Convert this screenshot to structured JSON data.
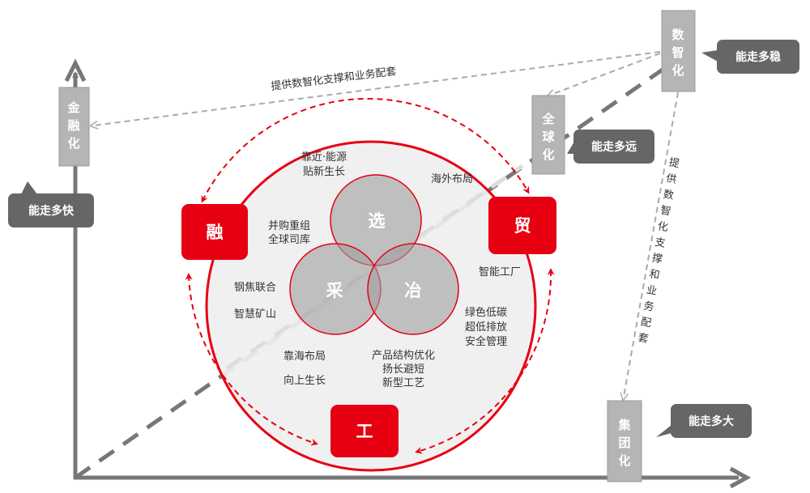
{
  "colors": {
    "red": "#e60012",
    "gray_box": "#b5b5b5",
    "callout": "#666666",
    "axis": "#777777"
  },
  "core": {
    "select": "选",
    "mine": "采",
    "smelt": "冶"
  },
  "corners": {
    "finance": "融",
    "trade": "贸",
    "industry": "工"
  },
  "labels": {
    "energy": [
      "靠近·能源",
      "贴新生长"
    ],
    "overseas": "海外布局",
    "merger": [
      "并购重组",
      "全球司库"
    ],
    "coke": "钢焦联合",
    "smart_mine": "智慧矿山",
    "coastal": "靠海布局",
    "upward": "向上生长",
    "product": [
      "产品结构优化",
      "扬长避短",
      "新型工艺"
    ],
    "smart_factory": "智能工厂",
    "green": [
      "绿色低碳",
      "超低排放",
      "安全管理"
    ]
  },
  "dimensions": {
    "financialization": [
      "金",
      "融",
      "化"
    ],
    "digitalization": [
      "数",
      "智",
      "化"
    ],
    "globalization": [
      "全",
      "球",
      "化"
    ],
    "group": [
      "集",
      "团",
      "化"
    ]
  },
  "callouts": {
    "fast": "能走多快",
    "stable": "能走多稳",
    "far": "能走多远",
    "big": "能走多大"
  },
  "support_text": "提供数智化支撑和业务配套",
  "support_text_vertical": [
    "提",
    "供",
    "数",
    "智",
    "化",
    "支",
    "撑",
    "和",
    "业",
    "务",
    "配",
    "套"
  ]
}
